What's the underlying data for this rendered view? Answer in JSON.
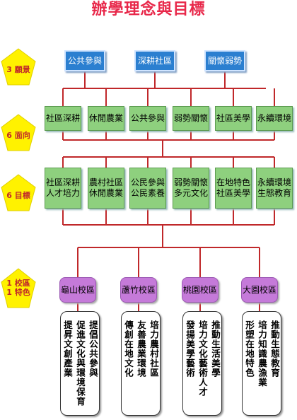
{
  "title": "辦學理念與目標",
  "rows": {
    "vision": {
      "label": "3 願景",
      "items": [
        "公共參與",
        "深耕社區",
        "關懷弱勢"
      ]
    },
    "aspect": {
      "label": "6 面向",
      "items": [
        "社區深耕",
        "休閒農業",
        "公共參與",
        "弱勢關懷",
        "社區美學",
        "永續環境"
      ]
    },
    "goal": {
      "label": "6 目標",
      "items": [
        [
          "社區深耕",
          "人才培力"
        ],
        [
          "農村社區",
          "休閒農業"
        ],
        [
          "公民參與",
          "公民素養"
        ],
        [
          "弱勢關懷",
          "多元文化"
        ],
        [
          "在地特色",
          "社區美學"
        ],
        [
          "永續環境",
          "生態教育"
        ]
      ]
    },
    "campus": {
      "label_line1": "1 校區",
      "label_line2": "1 特色",
      "items": [
        {
          "name": "龜山校區",
          "feature": [
            "提倡公共參與",
            "促進文化與環境保育",
            "提昇文創產業"
          ]
        },
        {
          "name": "蘆竹校區",
          "feature": [
            "培力農村社區",
            "友善農業環境",
            "傳創在地文化"
          ]
        },
        {
          "name": "桃園校區",
          "feature": [
            "推動生活美學",
            "培力文化藝術人才",
            "發揚美學藝術"
          ]
        },
        {
          "name": "大園校區",
          "feature": [
            "推動生態教育",
            "培力知識農漁業",
            "形塑在地特色"
          ]
        }
      ]
    }
  },
  "colors": {
    "title": "#e8284a",
    "connector": "#c0282a",
    "pentagon": "#fff200",
    "vision_box": "#2b7fd0",
    "green_box": "#8ed07e",
    "campus_box": "#c57ad9"
  }
}
